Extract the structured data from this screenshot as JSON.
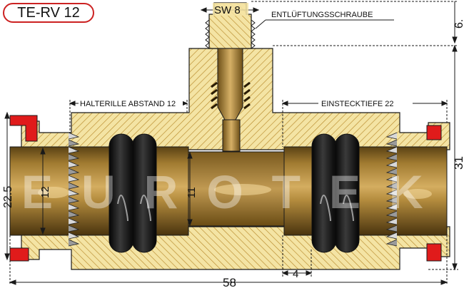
{
  "title": "TE-RV 12",
  "labels": {
    "wrench_size": "SW 8",
    "vent_screw": "ENTLÜFTUNGSSCHRAUBE",
    "groove_spacing": "HALTERILLE ABSTAND 12",
    "insertion_depth": "EINSTECKTIEFE 22"
  },
  "dimensions": {
    "screw_height": "6.",
    "outer_diameter": "22.5",
    "pipe_inner": "12",
    "bore": "11",
    "total_length": "58",
    "small_offset": "4",
    "height": "31"
  },
  "watermark": "EUROTEK",
  "colors": {
    "brass": "#c99f4c",
    "brass_dark": "#8e6a22",
    "hatch_bg": "#f4e4a4",
    "hatch_line": "#b88a2c",
    "red_ring": "#e01b1b",
    "title_border": "#cc2222"
  }
}
